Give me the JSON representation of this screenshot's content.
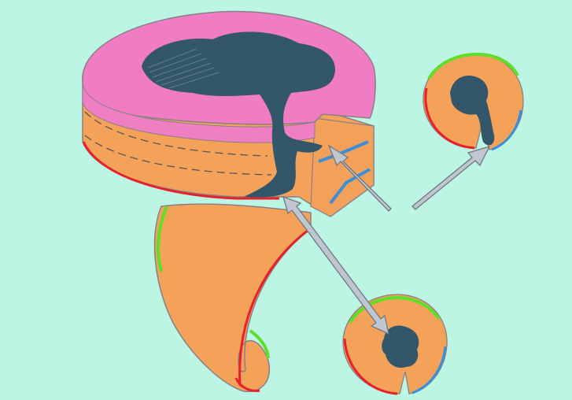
{
  "diagram": {
    "labels": [],
    "colors": {
      "background": "#bdf5e5",
      "outer_layer": "#f07cc3",
      "tissue": "#f4a259",
      "lesion": "#33566b",
      "red_rim": "#e8202a",
      "green_rim": "#5ee02a",
      "blue_rim": "#3a8fd8",
      "arrow_fill": "#bfc6cf",
      "outline": "#8a7f85"
    },
    "components": [
      {
        "name": "cross-section-slab",
        "description_icon": "layered-disc"
      },
      {
        "name": "tapered-stem",
        "description_icon": "curved-stem"
      },
      {
        "name": "section-circle-top-right",
        "description_icon": "notched-circle"
      },
      {
        "name": "section-circle-bottom",
        "description_icon": "notched-circle"
      },
      {
        "name": "pointer-arrows",
        "count": 3
      }
    ]
  }
}
